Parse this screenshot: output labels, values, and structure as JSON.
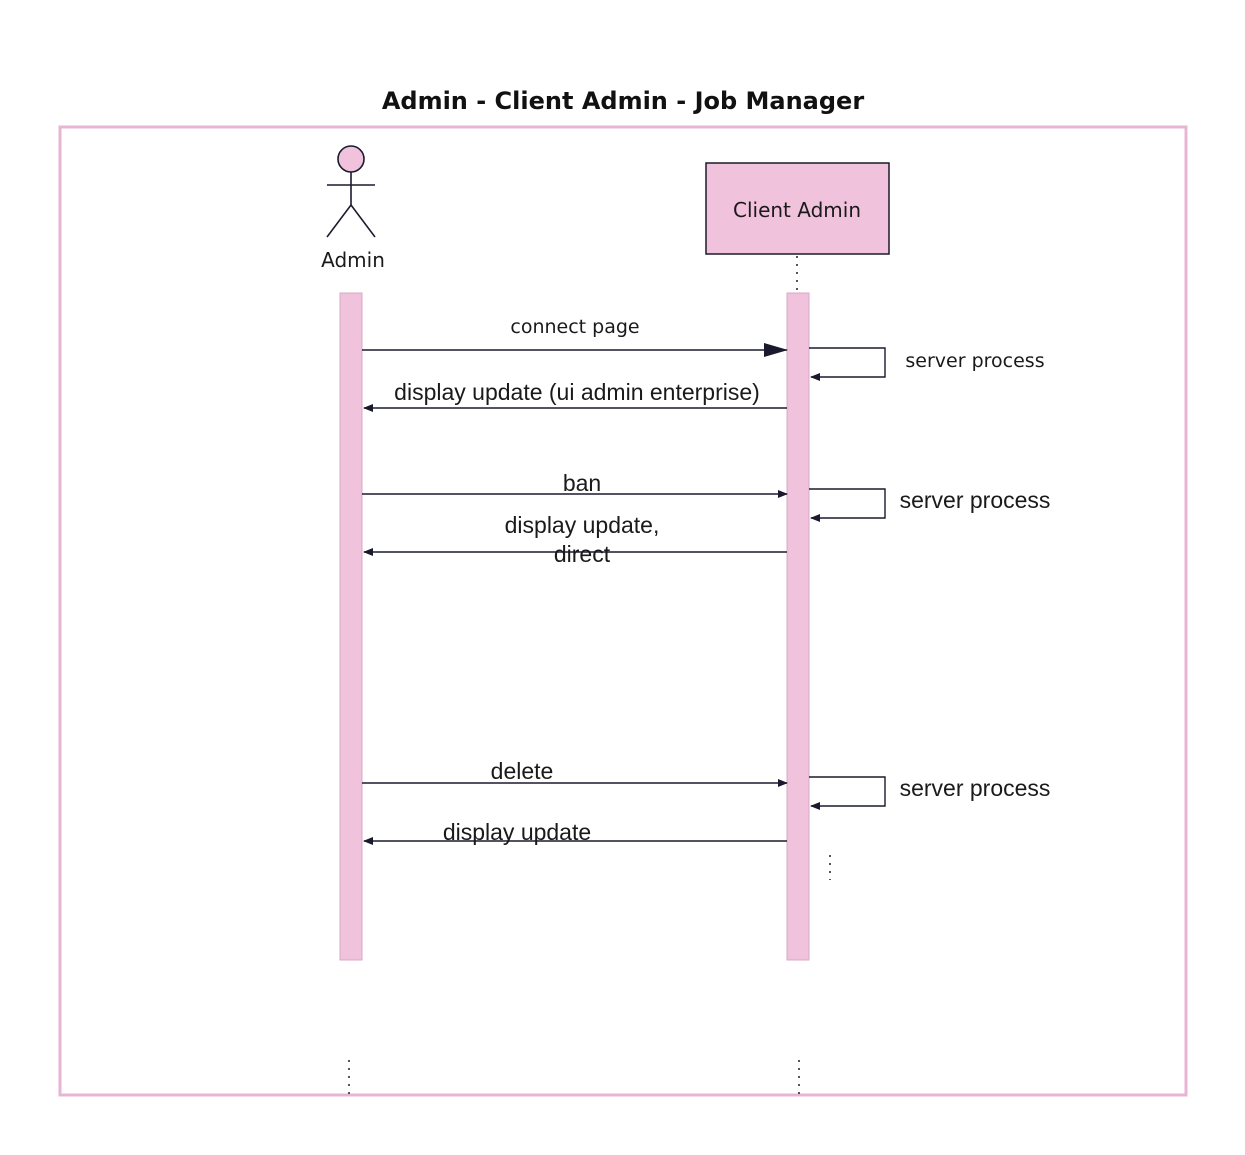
{
  "title": "Admin - Client Admin - Job Manager",
  "colors": {
    "frame": "#e8b4d4",
    "fill": "#f0c2dc",
    "line": "#1a1a2e"
  },
  "lifelines": {
    "admin": {
      "label": "Admin",
      "kind": "actor"
    },
    "client_admin": {
      "label": "Client Admin",
      "kind": "object"
    }
  },
  "messages": [
    {
      "label": "connect page",
      "direction": "to-client-admin"
    },
    {
      "label": "server process",
      "direction": "self"
    },
    {
      "label": "display update (ui admin enterprise)",
      "direction": "to-admin"
    },
    {
      "label": "ban",
      "direction": "to-client-admin"
    },
    {
      "label": "server process",
      "direction": "self"
    },
    {
      "label_line1": "display update,",
      "label_line2": "direct",
      "direction": "to-admin"
    },
    {
      "label": "delete",
      "direction": "to-client-admin"
    },
    {
      "label": "server process",
      "direction": "self"
    },
    {
      "label": "display update",
      "direction": "to-admin"
    }
  ]
}
